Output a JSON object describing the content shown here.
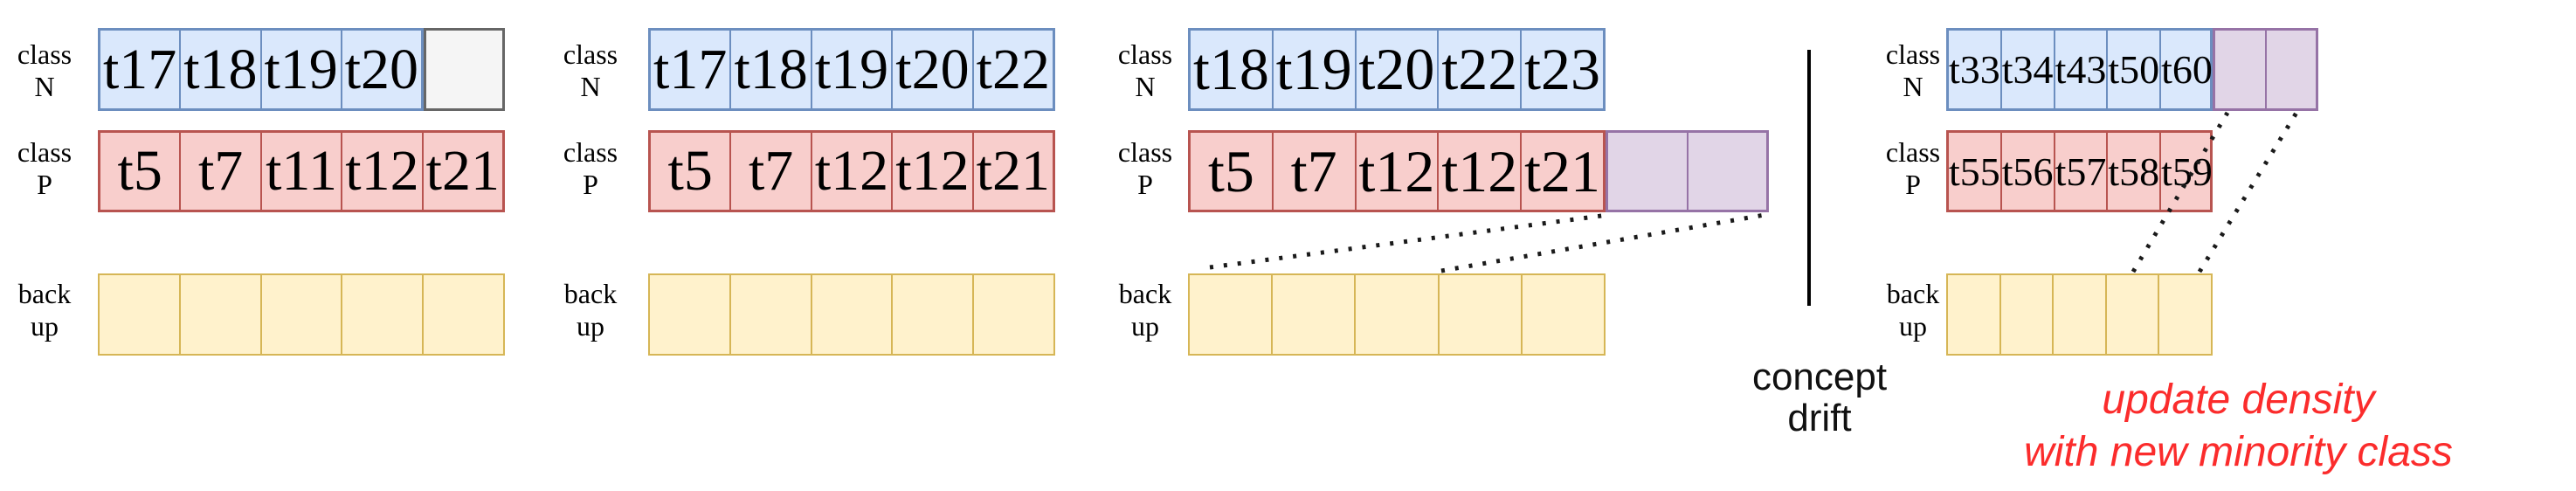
{
  "row_labels": {
    "class_n": [
      "class",
      "N"
    ],
    "class_p": [
      "class",
      "P"
    ],
    "backup": [
      "back",
      "up"
    ]
  },
  "panels": [
    {
      "class_n": [
        "t17",
        "t18",
        "t19",
        "t20",
        ""
      ],
      "class_n_last_slot": "empty",
      "class_p": [
        "t5",
        "t7",
        "t11",
        "t12",
        "t21"
      ],
      "backup": [
        "",
        "",
        "",
        "",
        ""
      ]
    },
    {
      "class_n": [
        "t17",
        "t18",
        "t19",
        "t20",
        "t22"
      ],
      "class_p": [
        "t5",
        "t7",
        "t12",
        "t12",
        "t21"
      ],
      "backup": [
        "",
        "",
        "",
        "",
        ""
      ]
    },
    {
      "class_n": [
        "t18",
        "t19",
        "t20",
        "t22",
        "t23"
      ],
      "class_p": [
        "t5",
        "t7",
        "t12",
        "t12",
        "t21"
      ],
      "class_p_overflow": [
        "",
        ""
      ],
      "backup": [
        "",
        "",
        "",
        "",
        ""
      ]
    },
    {
      "class_n": [
        "t33",
        "t34",
        "t43",
        "t50",
        "t60"
      ],
      "class_n_overflow": [
        "",
        ""
      ],
      "class_p": [
        "t55",
        "t56",
        "t57",
        "t58",
        "t59"
      ],
      "backup": [
        "",
        "",
        "",
        "",
        ""
      ]
    }
  ],
  "divider_label": {
    "line1": "concept",
    "line2": "drift"
  },
  "annotation": {
    "line1": "update density",
    "line2": "with new minority class",
    "color": "#fb2c2c"
  },
  "colors": {
    "class_n_fill": "#dae8fc",
    "class_n_stroke": "#6c8ebf",
    "class_p_fill": "#f8cecc",
    "class_p_stroke": "#b85450",
    "backup_fill": "#fff2cc",
    "backup_stroke": "#d6b656",
    "overflow_fill": "#e1d5e7",
    "overflow_stroke": "#9673a6",
    "empty_fill": "#f5f5f5",
    "empty_stroke": "#666666",
    "divider": "#000000",
    "dotted_line": "#1a1a1a"
  }
}
